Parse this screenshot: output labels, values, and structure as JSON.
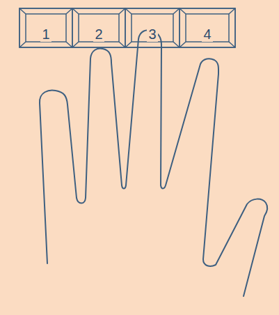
{
  "diagram": {
    "nodes": [
      {
        "text": [
          "1"
        ]
      },
      {
        "text": [
          "2"
        ]
      },
      {
        "text": [
          "3"
        ]
      },
      {
        "text": [
          "4"
        ]
      }
    ]
  }
}
